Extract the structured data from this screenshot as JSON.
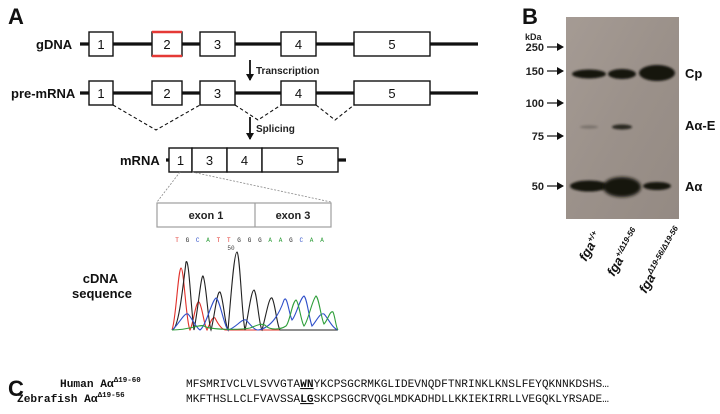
{
  "panels": {
    "a": "A",
    "b": "B",
    "c": "C"
  },
  "gene": {
    "rows": {
      "gdna": "gDNA",
      "premrna": "pre-mRNA",
      "mrna": "mRNA"
    },
    "exons": [
      "1",
      "2",
      "3",
      "4",
      "5"
    ],
    "mrna_exons": [
      "1",
      "3",
      "4",
      "5"
    ],
    "steps": {
      "transcription": "Transcription",
      "splicing": "Splicing"
    },
    "zoom": {
      "left": "exon 1",
      "right": "exon 3"
    },
    "cdna_label": [
      "cDNA",
      "sequence"
    ],
    "bases": [
      "T",
      "G",
      "C",
      "A",
      "T",
      "T",
      "G",
      "G",
      "G",
      "A",
      "A",
      "G",
      "C",
      "A",
      "A"
    ],
    "base_marker": "50",
    "colors": {
      "A": "#2e9e3a",
      "C": "#2f4fc9",
      "G": "#222222",
      "T": "#e0302a",
      "highlight": "#e53935"
    }
  },
  "blot": {
    "unit": "kDa",
    "markers": [
      "250",
      "150",
      "100",
      "75",
      "50"
    ],
    "bands": [
      "Cp",
      "Aα-E",
      "Aα"
    ],
    "lanes": [
      {
        "gene": "fga",
        "sup": "+/+"
      },
      {
        "gene": "fga",
        "sup": "+/Δ19-56"
      },
      {
        "gene": "fga",
        "sup": "Δ19-56/Δ19-56"
      }
    ]
  },
  "sequences": [
    {
      "species": "Human Aα",
      "del": "Δ19-60",
      "pre": "MFSMRIVCLVLSVVGTA",
      "mark": "WN",
      "post": "YKCPSGCRMKGLIDEVNQDFTNRINKLKNSLFEYQKNNKDSHS…"
    },
    {
      "species": "Zebrafish Aα",
      "del": "Δ19-56",
      "pre": "MKFTHSLLCLFVAVSSA",
      "mark": "LG",
      "post": "SKCPSGCRVQGLMDKADHDLLKKIEKIRRLLVEGQKLYRSADE…"
    }
  ]
}
